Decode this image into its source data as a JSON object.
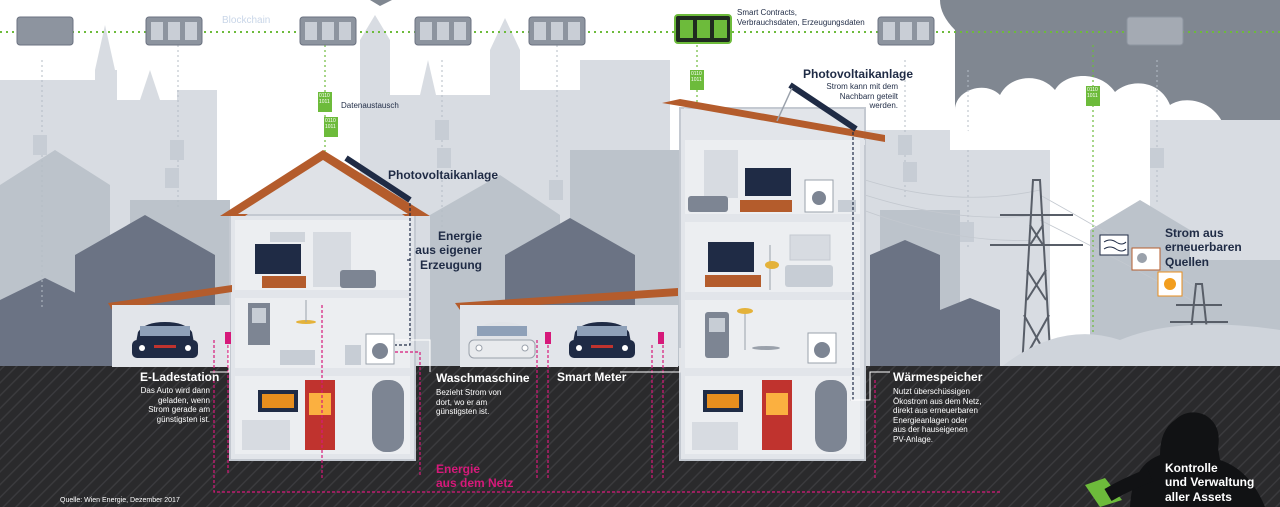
{
  "blockchain": {
    "label": "Blockchain",
    "smart_contracts_note": "Smart Contracts,\nVerbrauchsdaten, Erzeugungsdaten",
    "binary_code": "0110\n1011"
  },
  "labels": {
    "datenaustausch": "Datenaustausch",
    "pv_left": "Photovoltaikanlage",
    "pv_right_title": "Photovoltaikanlage",
    "pv_right_text": "Strom kann mit dem\nNachbarn geteilt\nwerden.",
    "energie_eigen": "Energie\naus eigener\nErzeugung",
    "strom_erneuerbar": "Strom aus\nerneuerbaren\nQuellen",
    "e_ladestation_title": "E-Ladestation",
    "e_ladestation_text": "Das Auto wird dann\ngeladen, wenn\nStrom gerade am\ngünstigsten ist.",
    "waschmaschine_title": "Waschmaschine",
    "waschmaschine_text": "Bezieht Strom von\ndort, wo er am\ngünstigsten ist.",
    "smart_meter": "Smart Meter",
    "waermespeicher_title": "Wärmespeicher",
    "waermespeicher_text": "Nutzt überschüssigen\nÖkostrom aus dem Netz,\ndirekt aus erneuerbaren\nEnergieanlagen oder\naus der hauseigenen\nPV-Anlage.",
    "energie_netz": "Energie\naus dem Netz",
    "kontrolle": "Kontrolle\nund Verwaltung\naller Assets",
    "quelle": "Quelle: Wien Energie, Dezember 2017"
  },
  "colors": {
    "ground": "#2a2a2c",
    "city": "#d3d8de",
    "city_dark": "#b9c0c8",
    "houses_bg": "#6b7384",
    "house_wall": "#e2e5ea",
    "roof": "#b45c2c",
    "panel": "#1f2b45",
    "dark_navy": "#1f2b45",
    "pink": "#d6197a",
    "green": "#6dbb3b",
    "block_grey": "#7d8593",
    "cloud": "#808791",
    "tower": "#585e68"
  }
}
